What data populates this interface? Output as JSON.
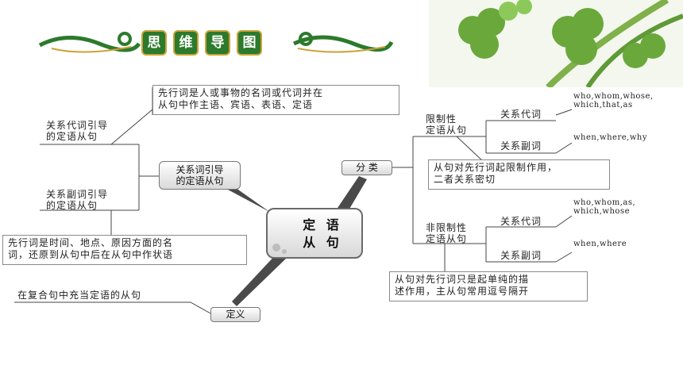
{
  "title": {
    "chars": [
      "思",
      "维",
      "导",
      "图"
    ]
  },
  "center": {
    "line1": "定 语",
    "line2": "从 句"
  },
  "left": {
    "branch_pill": {
      "line1": "关系词引导",
      "line2": "的定语从句"
    },
    "pronoun_label": {
      "line1": "关系代词引导",
      "line2": "的定语从句"
    },
    "pronoun_note": {
      "line1": "先行词是人或事物的名词或代词并在",
      "line2": "从句中作主语、宾语、表语、定语"
    },
    "adverb_label": {
      "line1": "关系副词引导",
      "line2": "的定语从句"
    },
    "adverb_note": {
      "line1": "先行词是时间、地点、原因方面的名",
      "line2": "词，还原到从句中后在从句中作状语"
    }
  },
  "definition": {
    "pill": "定义",
    "text": "在复合句中充当定语的从句"
  },
  "right": {
    "pill": "分 类",
    "restrictive": {
      "label": {
        "line1": "限制性",
        "line2": "定语从句"
      },
      "pronoun": "关系代词",
      "pronoun_words": {
        "line1": "who,whom,whose,",
        "line2": "which,that,as"
      },
      "adverb": "关系副词",
      "adverb_words": "when,where,why",
      "note": {
        "line1": "从句对先行词起限制作用，",
        "line2": "二者关系密切"
      }
    },
    "nonrestrictive": {
      "label": {
        "line1": "非限制性",
        "line2": "定语从句"
      },
      "pronoun": "关系代词",
      "pronoun_words": {
        "line1": "who,whom,as,",
        "line2": "which,whose"
      },
      "adverb": "关系副词",
      "adverb_words": "when,where",
      "note": {
        "line1": "从句对先行词只是起单纯的描",
        "line2": "述作用，主从句常用逗号隔开"
      }
    }
  },
  "colors": {
    "banner_green": "#2c7a2c",
    "banner_gold": "#c9a23a",
    "line": "#444444",
    "spoke": "#4a4a4a"
  }
}
